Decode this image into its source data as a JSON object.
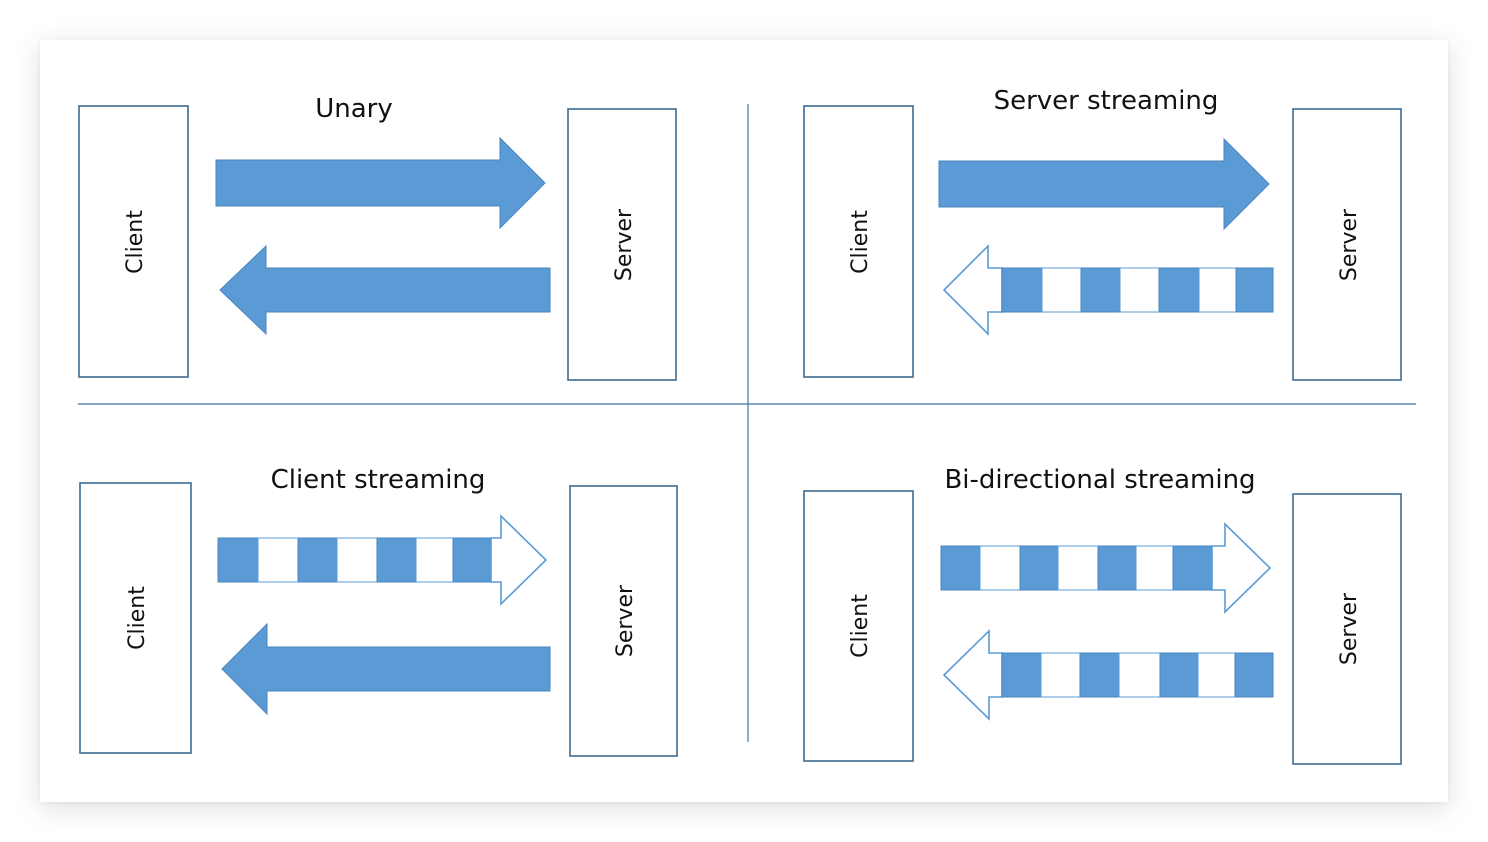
{
  "colors": {
    "arrow_fill": "#5b9bd5",
    "box_stroke": "#3d6c93",
    "divider": "#5b89b5"
  },
  "panels": [
    {
      "title": "Unary",
      "client_label": "Client",
      "server_label": "Server"
    },
    {
      "title": "Server streaming",
      "client_label": "Client",
      "server_label": "Server"
    },
    {
      "title": "Client streaming",
      "client_label": "Client",
      "server_label": "Server"
    },
    {
      "title": "Bi-directional streaming",
      "client_label": "Client",
      "server_label": "Server"
    }
  ]
}
